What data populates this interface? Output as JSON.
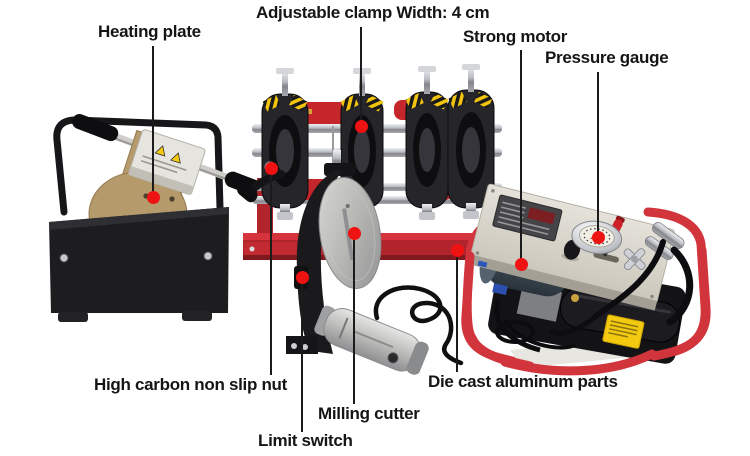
{
  "annotations": {
    "line_color": "#1b1b1b",
    "dot_color": "#ee1212",
    "labels": [
      {
        "id": "heating-plate",
        "text": "Heating plate"
      },
      {
        "id": "adjustable-clamp-width",
        "text": "Adjustable clamp Width: 4 cm"
      },
      {
        "id": "strong-motor",
        "text": "Strong motor"
      },
      {
        "id": "pressure-gauge",
        "text": "Pressure gauge"
      },
      {
        "id": "high-carbon-non-slip-nut",
        "text": "High carbon non slip nut"
      },
      {
        "id": "milling-cutter",
        "text": "Milling cutter"
      },
      {
        "id": "limit-switch",
        "text": "Limit switch"
      },
      {
        "id": "die-cast-aluminum-parts",
        "text": "Die cast aluminum parts"
      }
    ]
  },
  "colors": {
    "background": "#ffffff",
    "machine_red": "#c5262b",
    "frame_red": "#d2343b",
    "panel_gray": "#d8d4cb",
    "heater_tan": "#b59a6c",
    "metal_black": "#1b1b1e",
    "hazard_yellow": "#f2c40e",
    "pointer_red": "#ee1212"
  }
}
